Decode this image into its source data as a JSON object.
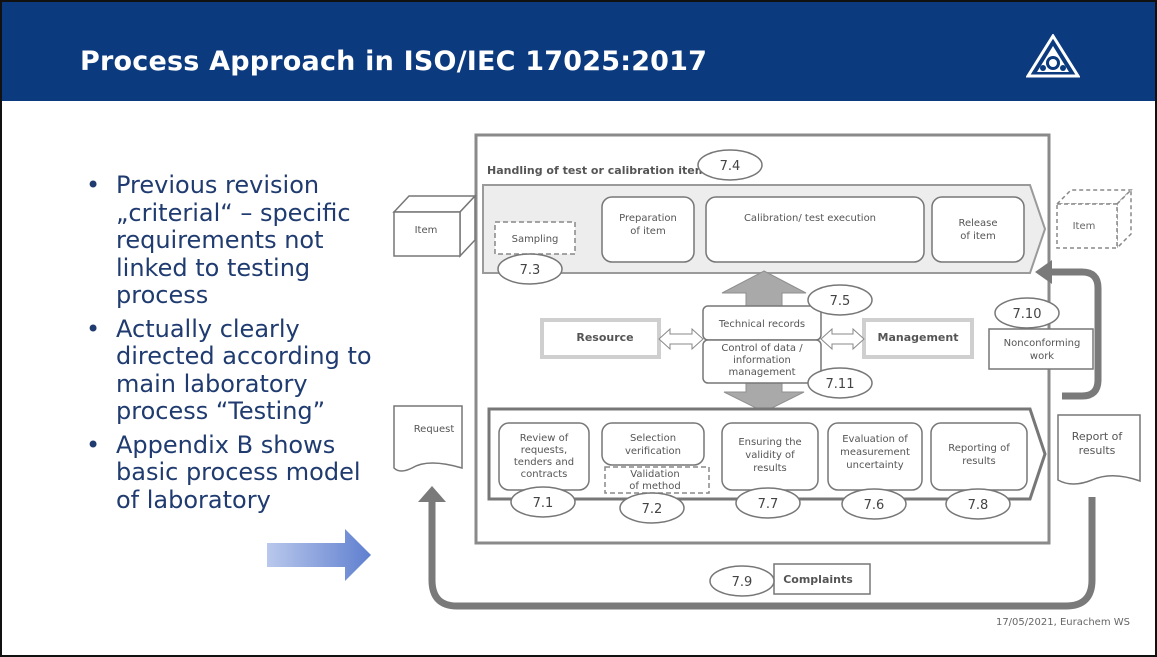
{
  "slide": {
    "title": "Process Approach in ISO/IEC 17025:2017",
    "logo_icon": "eurachem-triangle-logo",
    "bullets": [
      "Previous revision „criterial“ – specific requirements not linked to testing process",
      "Actually clearly directed according to main laboratory process  “Testing”",
      "Appendix B shows basic process model of laboratory"
    ],
    "bullet_lines": [
      [
        "Previous revision",
        "„criterial“ – specific",
        "requirements not",
        "linked to testing",
        "process"
      ],
      [
        "Actually clearly",
        "directed according to",
        "main laboratory",
        "process  “Testing”"
      ],
      [
        "Appendix B shows",
        "basic process model",
        "of laboratory"
      ]
    ],
    "footer": "17/05/2021, Eurachem WS"
  },
  "diagram": {
    "handling_label": "Handling of test or calibration items",
    "clauses": {
      "handling": "7.4",
      "sampling": "7.3",
      "technical_records": "7.5",
      "data_control": "7.11",
      "nonconforming": "7.10",
      "review": "7.1",
      "selection": "7.2",
      "validity": "7.7",
      "uncertainty": "7.6",
      "reporting": "7.8",
      "complaints": "7.9"
    },
    "item_in": "Item",
    "item_out": "Item",
    "sampling": "Sampling",
    "preparation": [
      "Preparation",
      "of item"
    ],
    "calibration": "Calibration/ test execution",
    "release": [
      "Release",
      "of item"
    ],
    "resource": "Resource",
    "management": "Management",
    "technical_records": "Technical records",
    "data_control": [
      "Control of data /",
      "information",
      "management"
    ],
    "nonconforming": [
      "Nonconforming",
      "work"
    ],
    "request": "Request",
    "review": [
      "Review of",
      "requests,",
      "tenders and",
      "contracts"
    ],
    "selection": [
      "Selection",
      "verification"
    ],
    "validation": [
      "Validation",
      "of method"
    ],
    "validity": [
      "Ensuring the",
      "validity of",
      "results"
    ],
    "uncertainty": [
      "Evaluation of",
      "measurement",
      "uncertainty"
    ],
    "reporting": [
      "Reporting of",
      "results"
    ],
    "report": [
      "Report of",
      "results"
    ],
    "complaints": "Complaints"
  }
}
